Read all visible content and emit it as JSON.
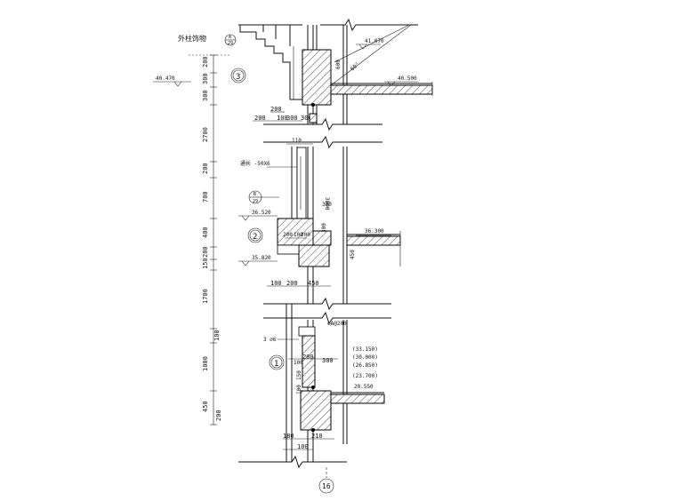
{
  "drawing": {
    "title_label": "外柱饰物",
    "callout_top": {
      "num": "A",
      "ref": "29"
    },
    "callout_mid": {
      "num": "B",
      "ref": "29"
    },
    "zones": [
      "3",
      "2",
      "1"
    ],
    "axis_label": "16",
    "elevations": {
      "e1": "40.470",
      "e2": "40.500",
      "e3": "41.070",
      "e4": "36.520",
      "e5": "36.300",
      "e6": "35.820",
      "e7": "20.550"
    },
    "floor_levels": [
      "(33.150)",
      "(30.000)",
      "(26.850)",
      "(23.700)"
    ],
    "notes": {
      "steel": "通长 -50X6",
      "rebar": "3 ⌀6",
      "pipe": "⌀A@200",
      "angle": "60°"
    },
    "left_dims": [
      "200",
      "300",
      "300",
      "2700",
      "200",
      "700",
      "400",
      "200",
      "150",
      "1700",
      "100",
      "1000",
      "450",
      "200"
    ],
    "horizontal_dims": {
      "top_row": [
        "200",
        "100",
        "300",
        "300"
      ],
      "top_200": "200",
      "mid_110": "110",
      "mid_300": "300",
      "mid_row": [
        "200",
        "100",
        "200"
      ],
      "mid_450": "450",
      "lower_row": [
        "100",
        "200",
        "450"
      ],
      "low_row": [
        "100",
        "200",
        "300"
      ],
      "bot_180": "180",
      "bot_210": "210",
      "bot_100": "100",
      "vert_600": "600",
      "vert_3000": "3000",
      "vert_300": "300",
      "vert_450": "450",
      "vert_150": "150",
      "vert_100": "100",
      "vert_200": "200"
    }
  }
}
